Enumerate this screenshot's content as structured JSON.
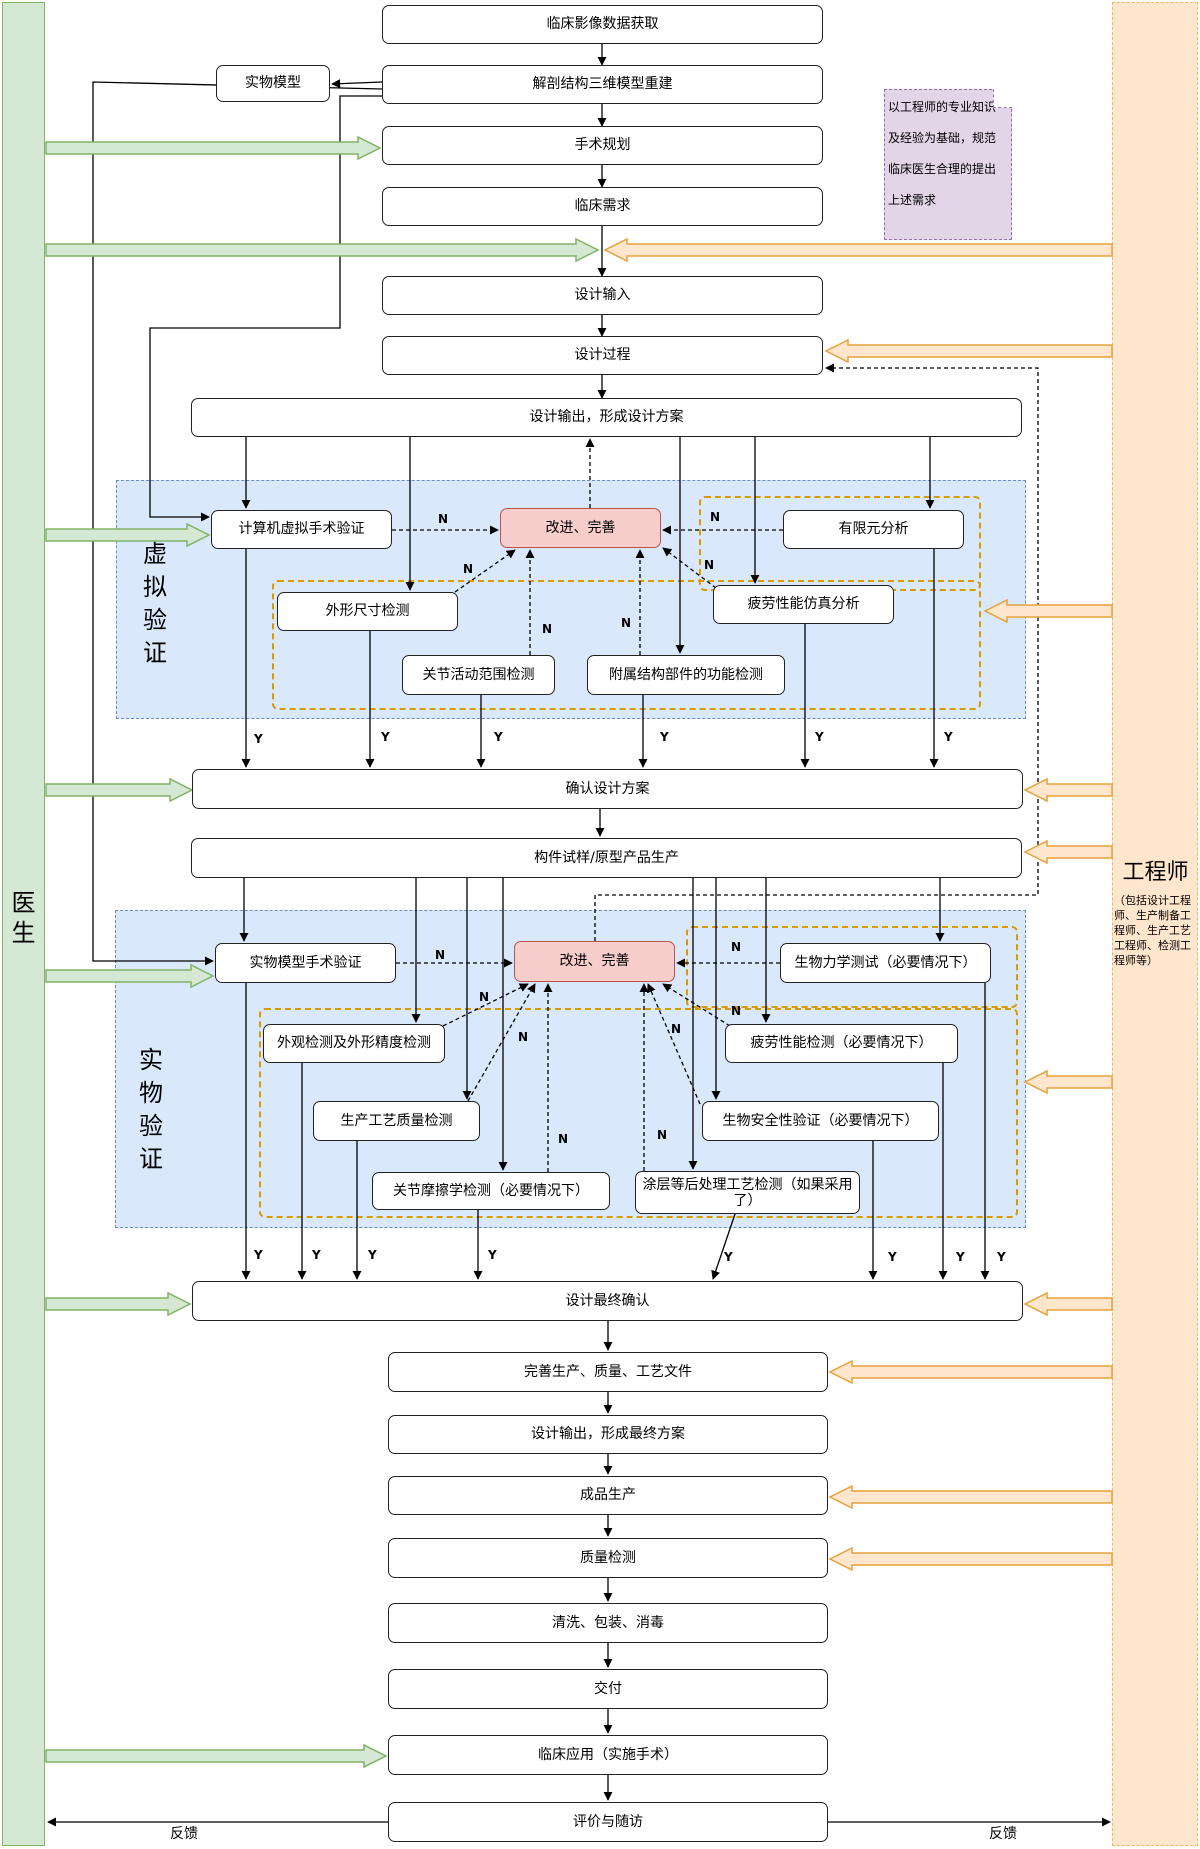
{
  "lanes": {
    "doctor": {
      "label": "医\n生"
    },
    "engineer": {
      "title": "工程师",
      "note": "（包括设计工程师、生产制备工程师、生产工艺工程师、检测工程师等）"
    }
  },
  "regions": {
    "virtual": {
      "label": "虚\n拟\n验\n证"
    },
    "physical": {
      "label": "实\n物\n验\n证"
    }
  },
  "note": {
    "text": "以工程师的专业知识\n及经验为基础，规范\n临床医生合理的提出\n上述需求"
  },
  "main_flow": {
    "imaging": "临床影像数据获取",
    "physical_model": "实物模型",
    "reconstruction": "解剖结构三维模型重建",
    "surgical_planning": "手术规划",
    "clinical_needs": "临床需求",
    "design_input": "设计输入",
    "design_process": "设计过程",
    "design_output": "设计输出，形成设计方案",
    "confirm_design": "确认设计方案",
    "prototype_production": "构件试样/原型产品生产",
    "final_confirmation": "设计最终确认",
    "improve_documents": "完善生产、质量、工艺文件",
    "final_output": "设计输出，形成最终方案",
    "product_production": "成品生产",
    "quality_inspection": "质量检测",
    "clean_pack_sterilize": "清洗、包装、消毒",
    "delivery": "交付",
    "clinical_application": "临床应用（实施手术）",
    "evaluation_followup": "评价与随访"
  },
  "virtual_checks": {
    "computer_surgery": "计算机虚拟手术验证",
    "improve": "改进、完善",
    "fea": "有限元分析",
    "shape_size": "外形尺寸检测",
    "fatigue_sim": "疲劳性能仿真分析",
    "joint_range": "关节活动范围检测",
    "accessory_function": "附属结构部件的功能检测"
  },
  "physical_checks": {
    "model_surgery": "实物模型手术验证",
    "improve": "改进、完善",
    "biomechanics": "生物力学测试（必要情况下）",
    "appearance": "外观检测及外形精度检测",
    "fatigue": "疲劳性能检测（必要情况下）",
    "process_quality": "生产工艺质量检测",
    "biosafety": "生物安全性验证（必要情况下）",
    "joint_tribology": "关节摩擦学检测（必要情况下）",
    "coating": "涂层等后处理工艺检测（如果采用了）"
  },
  "edge_labels": {
    "no": "N",
    "yes": "Y"
  },
  "feedback": {
    "left": "反馈",
    "right": "反馈"
  },
  "colors": {
    "doctor_lane": "#d5e8d4",
    "engineer_lane": "#ffe6cc",
    "region_fill": "#dae8fc",
    "improve_fill": "#f8cecc",
    "group_border": "#d79b00",
    "note_fill": "#e1d5e7"
  }
}
